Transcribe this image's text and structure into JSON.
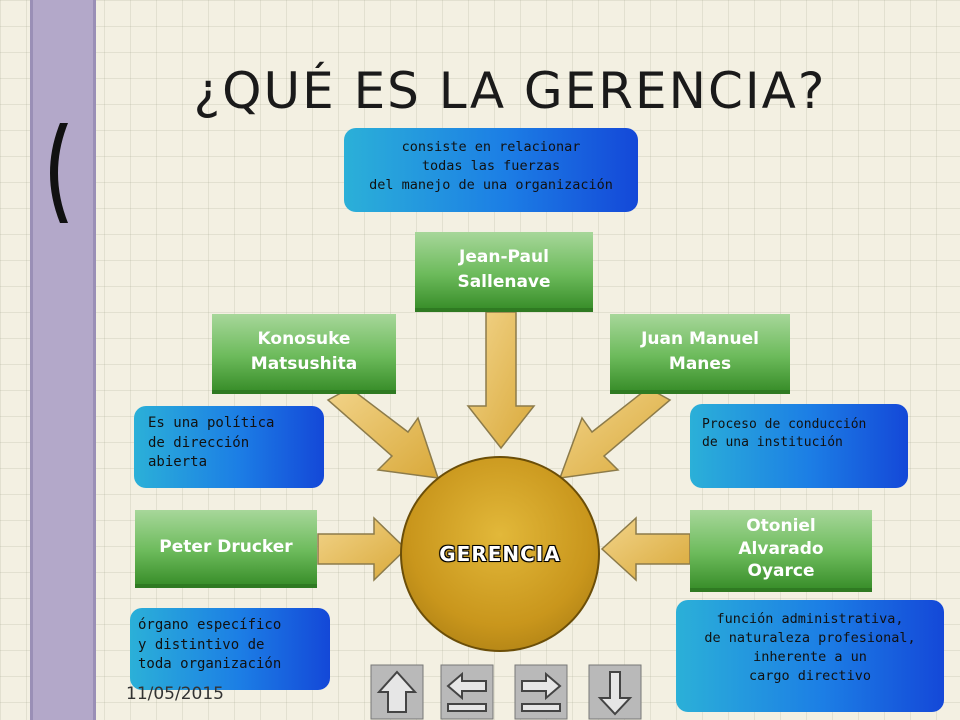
{
  "slide": {
    "title": "¿QUÉ ES LA GERENCIA?",
    "date": "11/05/2015"
  },
  "center": {
    "label": "GERENCIA"
  },
  "nodes": {
    "sallenave": {
      "label": "Jean-Paul\nSallenave"
    },
    "matsushita": {
      "label": "Konosuke\nMatsushita"
    },
    "manes": {
      "label": "Juan Manuel\nManes"
    },
    "drucker": {
      "label": "Peter Drucker"
    },
    "alvarado": {
      "label": "Otoniel\nAlvarado\nOyarce"
    }
  },
  "descriptions": {
    "sallenave": "consiste en relacionar\ntodas las fuerzas\n del manejo de una organización",
    "matsushita": "Es una política\n de dirección\n abierta",
    "manes": "Proceso de conducción\n de una institución",
    "drucker": "órgano específico\n y distintivo de\n toda organización",
    "alvarado": "función administrativa,\nde naturaleza profesional,\ninherente a un\ncargo directivo"
  },
  "colors": {
    "node_green": "#6dbb5c",
    "center_gold": "#d4a42a",
    "arrow_gold": "#e9c266",
    "desc_blue": "#1c7ee5",
    "sidebar_purple": "#b3a8c9"
  },
  "nav": [
    "home-icon",
    "back-icon",
    "forward-icon",
    "return-icon"
  ]
}
